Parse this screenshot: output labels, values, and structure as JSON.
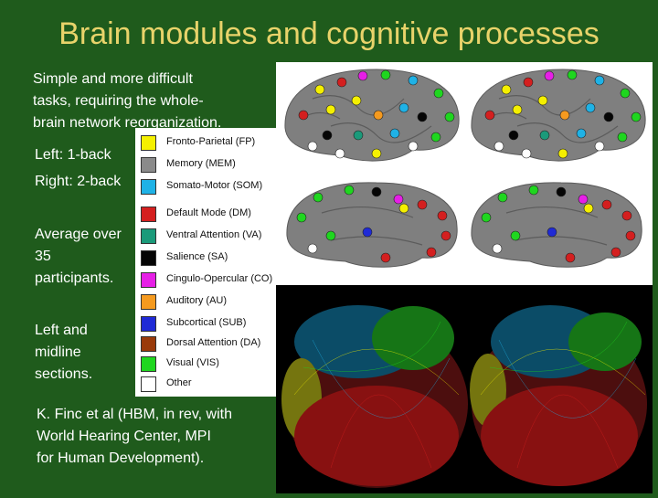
{
  "slide": {
    "title": "Brain modules and cognitive processes",
    "desc_lines": [
      "Simple and more difficult",
      "tasks, requiring the whole-",
      "brain network reorganization."
    ],
    "left_label": "Left: 1-back",
    "right_label": "Right: 2-back",
    "avg_lines": [
      "Average over",
      "35",
      "participants."
    ],
    "sections_lines": [
      "Left and",
      "midline",
      "sections."
    ],
    "citation_lines": [
      "K. Finc et al (HBM, in rev, with",
      "World Hearing Center, MPI",
      "for Human Development)."
    ]
  },
  "legend": [
    {
      "label": "Fronto-Parietal (FP)",
      "color": "#f5f000"
    },
    {
      "label": "Memory (MEM)",
      "color": "#8a8a8a"
    },
    {
      "label": "Somato-Motor (SOM)",
      "color": "#1fb2e6"
    },
    {
      "label": "Default Mode (DM)",
      "color": "#d41f1f"
    },
    {
      "label": "Ventral Attention (VA)",
      "color": "#1a9a7a"
    },
    {
      "label": "Salience (SA)",
      "color": "#050505"
    },
    {
      "label": "Cingulo-Opercular (CO)",
      "color": "#e61fe6"
    },
    {
      "label": "Auditory (AU)",
      "color": "#f59a1f"
    },
    {
      "label": "Subcortical (SUB)",
      "color": "#1f2ad6"
    },
    {
      "label": "Dorsal Attention (DA)",
      "color": "#9a3a0a"
    },
    {
      "label": "Visual (VIS)",
      "color": "#1fd61f"
    },
    {
      "label": "Other",
      "color": "#ffffff"
    }
  ]
}
